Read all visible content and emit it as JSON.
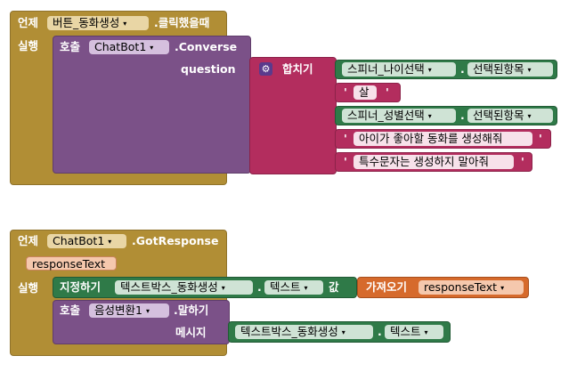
{
  "block1": {
    "event_label": "언제",
    "event_component": "버튼_동화생성",
    "event_name": ".클릭했을때",
    "do_label": "실행",
    "call_label": "호출",
    "call_component": "ChatBot1",
    "call_method": ".Converse",
    "param_label": "question",
    "join_label": "합치기",
    "join_items": [
      {
        "component": "스피너_나이선택",
        "property": "선택된항목"
      },
      {
        "text": "살"
      },
      {
        "component": "스피너_성별선택",
        "property": "선택된항목"
      },
      {
        "text": "아이가 좋아할 동화를 생성해줘"
      },
      {
        "text": "특수문자는 생성하지 말아줘"
      }
    ],
    "quote": "'"
  },
  "block2": {
    "event_label": "언제",
    "event_component": "ChatBot1",
    "event_name": ".GotResponse",
    "param": "responseText",
    "do_label": "실행",
    "set_label": "지정하기",
    "set_component": "텍스트박스_동화생성",
    "set_property": "텍스트",
    "set_to": "값",
    "get_label": "가져오기",
    "get_var": "responseText",
    "call_label": "호출",
    "call_component": "음성변환1",
    "call_method": ".말하기",
    "msg_label": "메시지",
    "msg_component": "텍스트박스_동화생성",
    "msg_property": "텍스트"
  },
  "colors": {
    "event": "#b18e35",
    "procedure": "#7b5188",
    "text_join": "#b32d5e",
    "component": "#2f7a48",
    "variable": "#d66a2c"
  },
  "icons": {
    "dropdown": "▾",
    "gear": "gear-icon"
  }
}
